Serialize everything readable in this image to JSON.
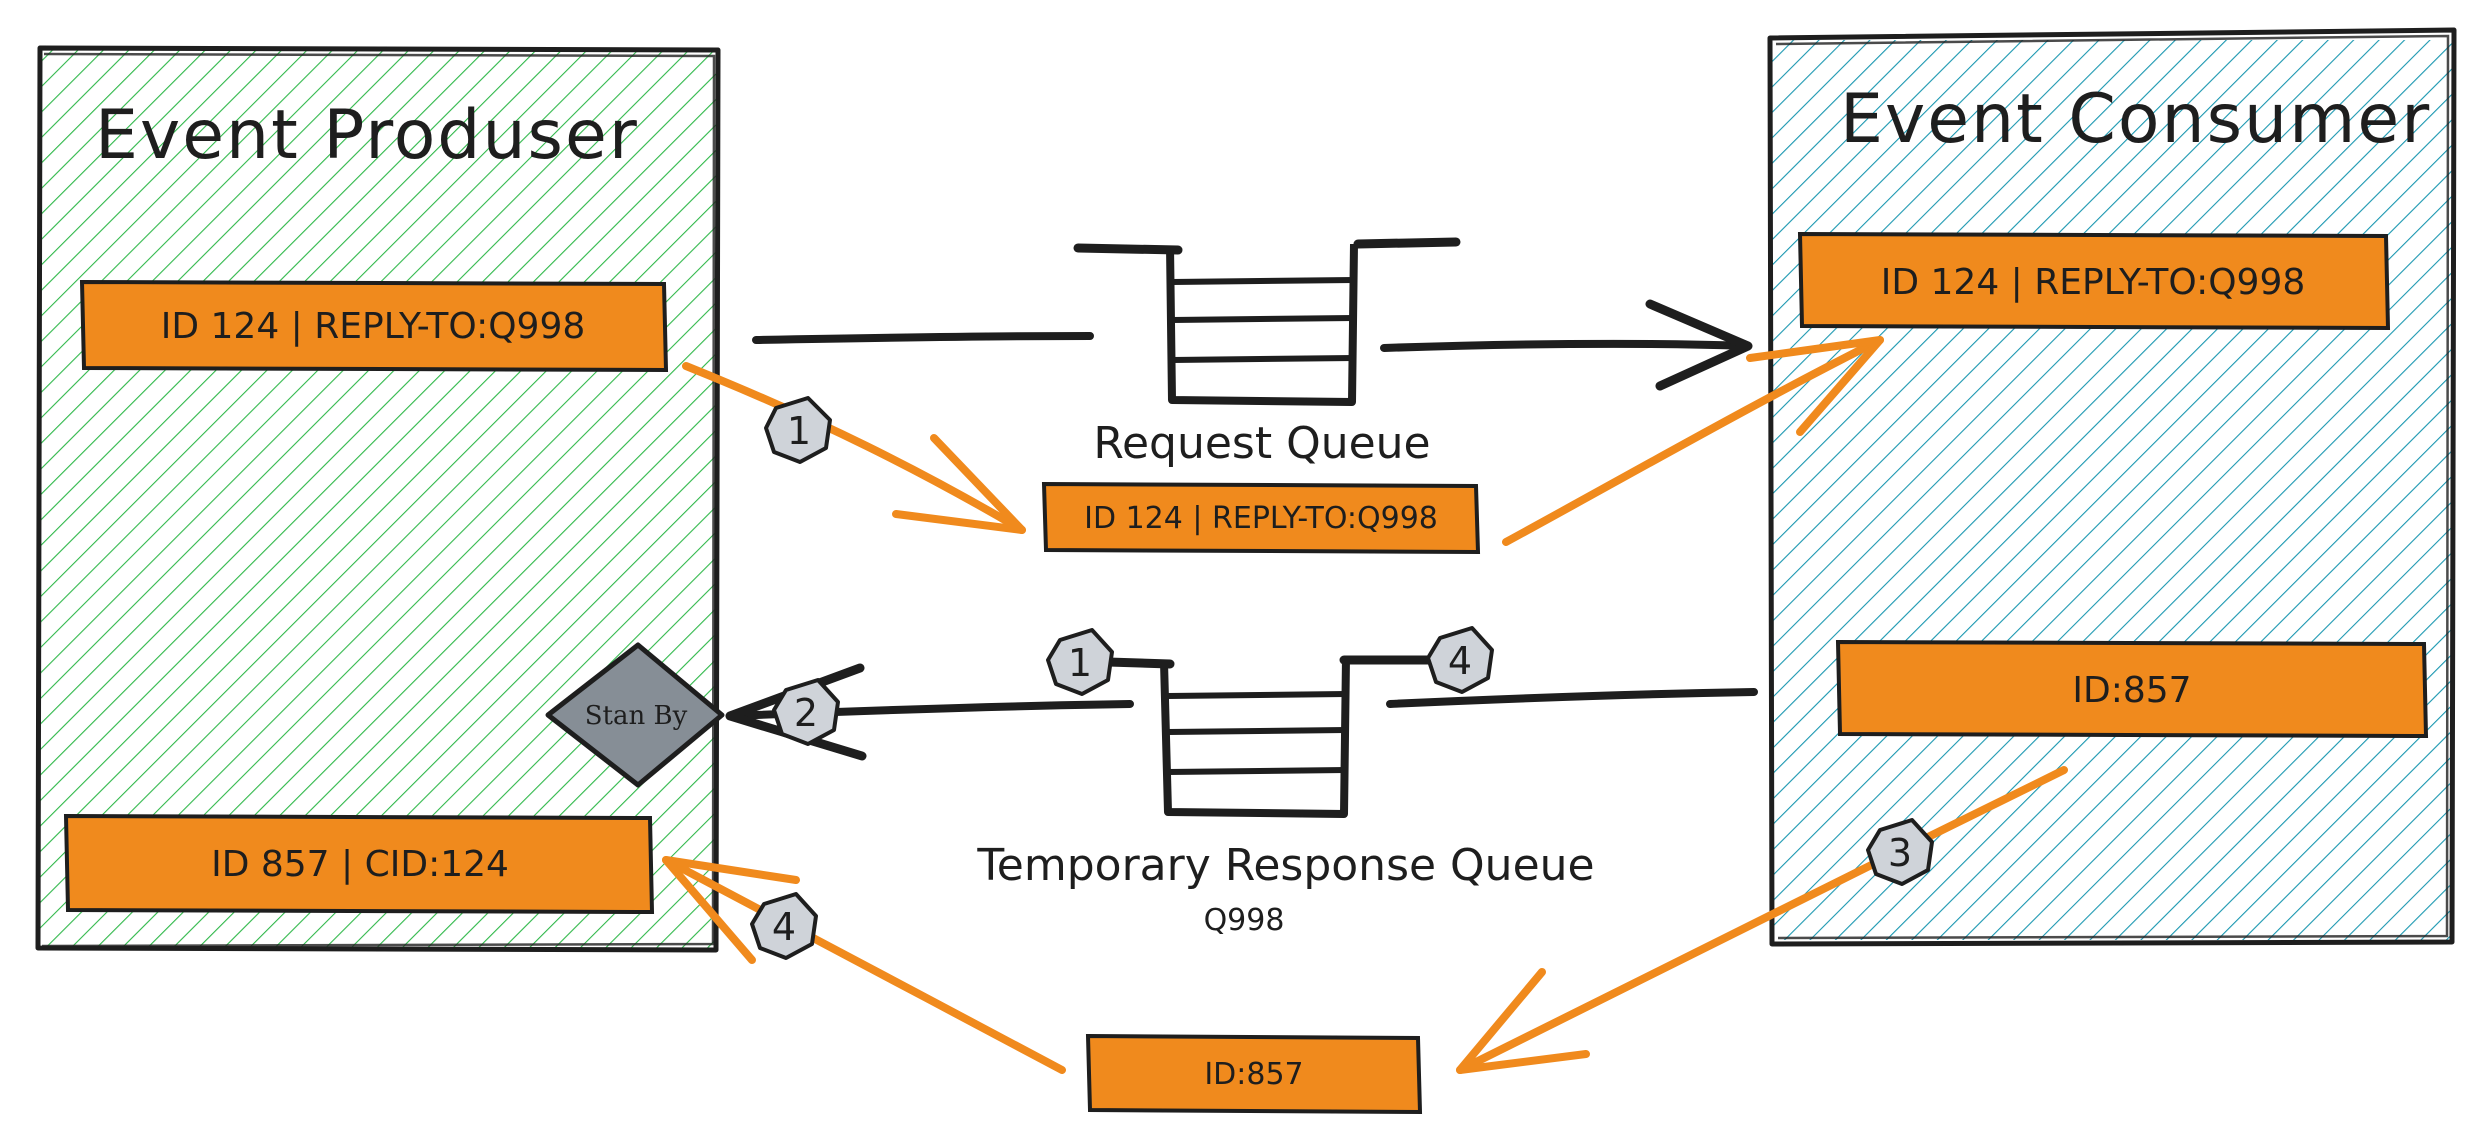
{
  "producer": {
    "title": "Event Produser",
    "request_message": "ID 124 | REPLY-TO:Q998",
    "response_message": "ID 857 | CID:124",
    "standby_label": "Stan By"
  },
  "consumer": {
    "title": "Event Consumer",
    "request_message": "ID 124 | REPLY-TO:Q998",
    "response_message": "ID:857"
  },
  "request_queue": {
    "label": "Request Queue",
    "message": "ID 124 | REPLY-TO:Q998"
  },
  "response_queue": {
    "label": "Temporary Response Queue",
    "name": "Q998",
    "message": "ID:857"
  },
  "steps": {
    "request_send": "1",
    "queue_created": "1",
    "wait": "2",
    "reply": "3",
    "queue_deleted": "4",
    "response_receive": "4"
  },
  "colors": {
    "producer_fill": "#2fb84a",
    "consumer_fill": "#1a97b0",
    "message_fill": "#f08a1d",
    "arrow": "#f08a1d",
    "ink": "#1e1e1e",
    "badge_fill": "#cfd3d9",
    "diamond_fill": "#868e96"
  }
}
